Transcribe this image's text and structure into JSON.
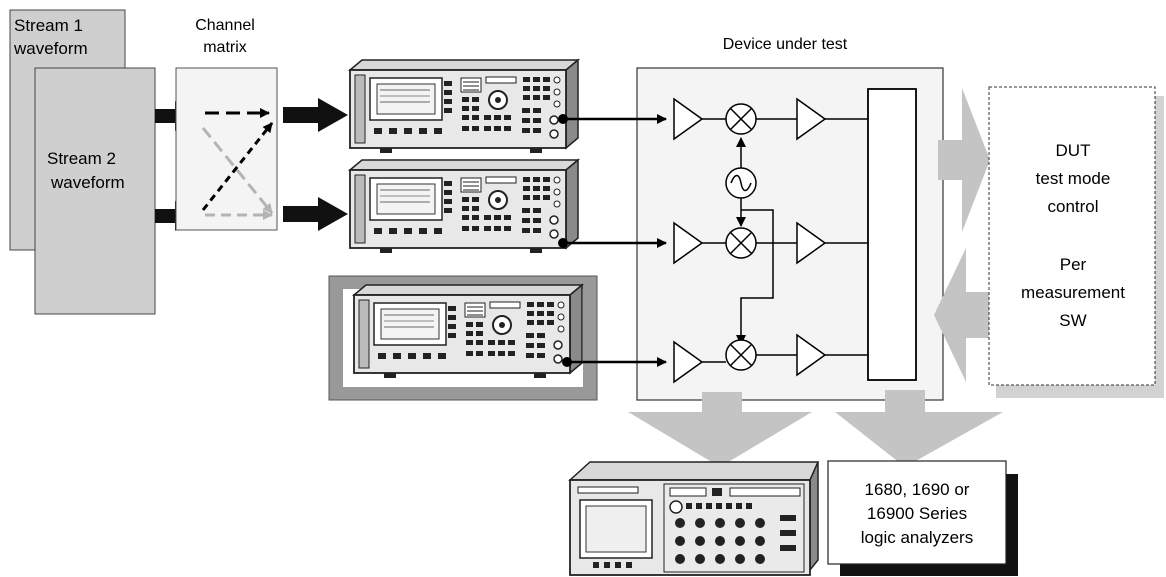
{
  "stream1": {
    "line1": "Stream 1",
    "line2": "waveform"
  },
  "stream2": {
    "line1": "Stream 2",
    "line2": "waveform"
  },
  "channel_matrix": {
    "line1": "Channel",
    "line2": "matrix"
  },
  "dut": {
    "title": "Device under test"
  },
  "control_panel": {
    "lines": [
      "DUT",
      "test mode",
      "control",
      "",
      "Per",
      "measurement",
      "SW"
    ]
  },
  "analyzer_box": {
    "lines": [
      "1680, 1690 or",
      "16900 Series",
      "logic analyzers"
    ]
  },
  "colors": {
    "panel_fill": "#f4f4f4",
    "stream_fill": "#cfcfcf",
    "arrow_gray": "#c4c4c4",
    "dashed_gray": "#b4b4b4",
    "shadow": "#111111"
  },
  "icons": {
    "signal_generator": "signal-generator-icon",
    "logic_analyzer": "logic-analyzer-icon",
    "amplifier": "amplifier-triangle-icon",
    "mixer": "mixer-circle-cross-icon",
    "oscillator": "oscillator-sine-circle-icon"
  }
}
